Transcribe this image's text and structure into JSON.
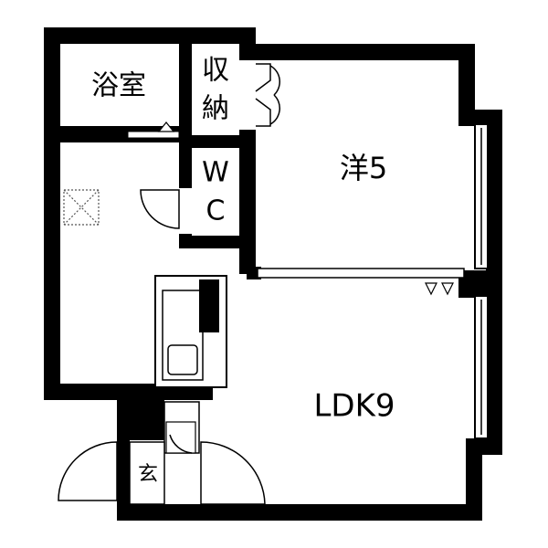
{
  "rooms": {
    "bathroom": "浴室",
    "storage_top": "収",
    "storage_bottom": "納",
    "western_room": "洋5",
    "wc_top": "W",
    "wc_bottom": "C",
    "ldk": "LDK9",
    "entrance": "玄"
  },
  "colors": {
    "wall": "#000000",
    "background": "#ffffff"
  }
}
